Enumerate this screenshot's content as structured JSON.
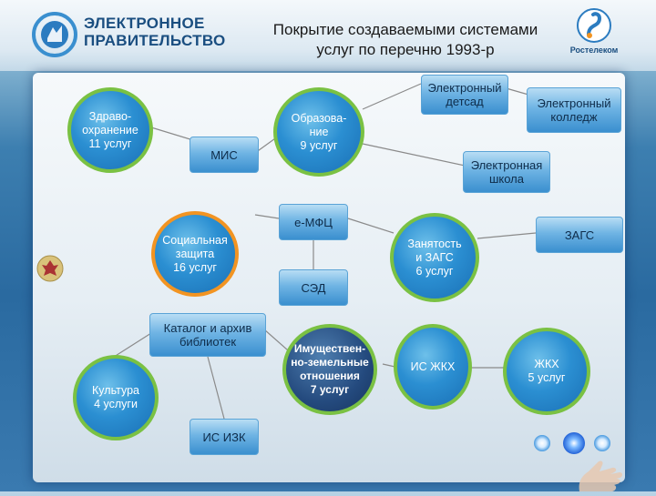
{
  "header": {
    "logo_line1": "ЭЛЕКТРОННОЕ",
    "logo_line2": "ПРАВИТЕЛЬСТВО",
    "title_line1": "Покрытие создаваемыми системами",
    "title_line2": "услуг по перечню 1993-р",
    "partner_label": "Ростелеком",
    "icons": [
      "egov-logo-icon",
      "rostelecom-logo-icon"
    ]
  },
  "nodes": {
    "health": "Здраво-\nохранение\n11 услуг",
    "education": "Образова-\nние\n9 услуг",
    "kindergarten": "Электронный\nдетсад",
    "college": "Электронный\nколледж",
    "mis": "МИС",
    "school": "Электронная\nшкола",
    "social": "Социальная\nзащита\n16 услуг",
    "emfc": "е-МФЦ",
    "zags": "ЗАГС",
    "employment": "Занятость\nи ЗАГС\n6 услуг",
    "sed": "СЭД",
    "catalog": "Каталог и архив\nбиблиотек",
    "property": "Имуществен-\nно-земельные\nотношения\n7 услуг",
    "is_zhkh": "ИС ЖКХ",
    "zhkh": "ЖКХ\n5 услуг",
    "culture": "Культура\n4 услуги",
    "is_izk": "ИС ИЗК"
  },
  "colors": {
    "circle_fill": "#2b8fd2",
    "green_border": "#7ac143",
    "orange_border": "#f29422",
    "connector": "#8a8a8a",
    "title_text": "#1a1a1a",
    "logo_text": "#1a4e80"
  },
  "navigation": {
    "dots": 3,
    "active_dot": 2
  }
}
